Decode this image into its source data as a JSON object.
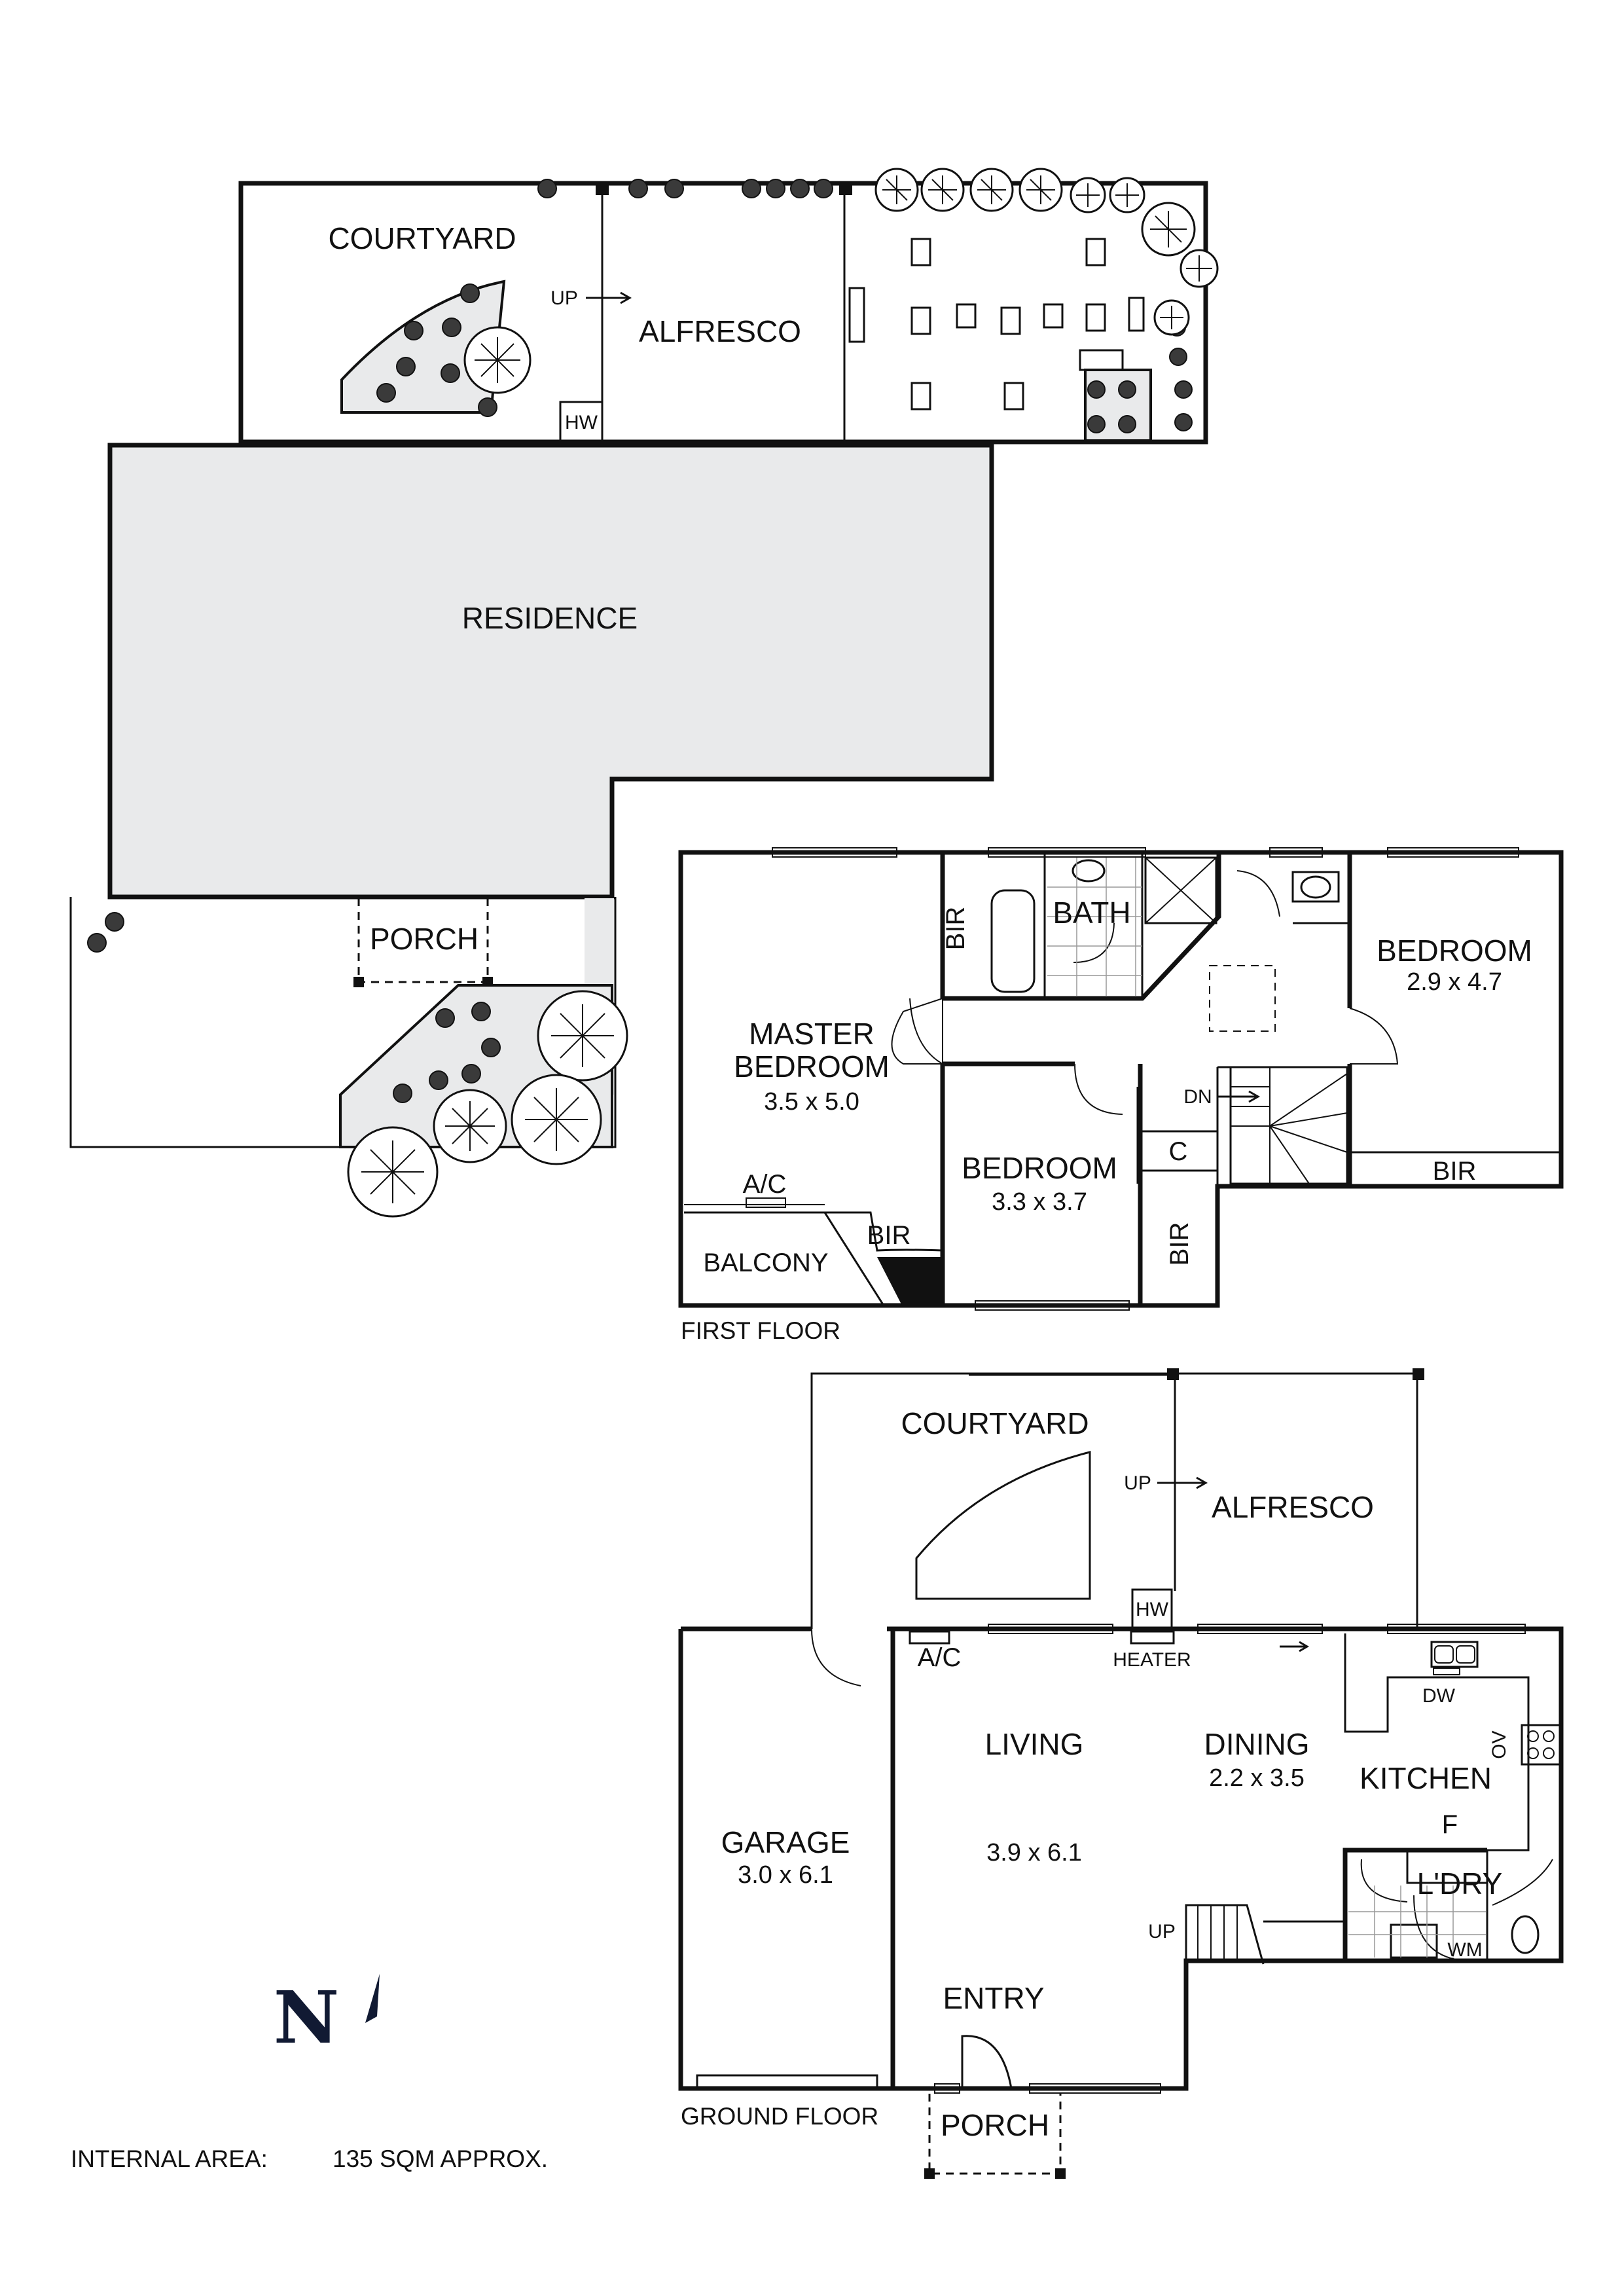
{
  "site_plan": {
    "courtyard": "COURTYARD",
    "alfresco": "ALFRESCO",
    "up": "UP",
    "hw": "HW",
    "residence": "RESIDENCE",
    "porch": "PORCH"
  },
  "first_floor": {
    "master_bedroom_line1": "MASTER",
    "master_bedroom_line2": "BEDROOM",
    "master_bedroom_dim": "3.5 x 5.0",
    "bir": "BIR",
    "bath": "BATH",
    "bedroom_label": "BEDROOM",
    "bedroom_right_dim": "2.9 x 4.7",
    "bedroom_middle_dim": "3.3 x 3.7",
    "dn": "DN",
    "c": "C",
    "ac": "A/C",
    "balcony": "BALCONY",
    "caption": "FIRST FLOOR"
  },
  "ground_floor": {
    "courtyard": "COURTYARD",
    "alfresco": "ALFRESCO",
    "up": "UP",
    "hw": "HW",
    "ac": "A/C",
    "heater": "HEATER",
    "dw": "DW",
    "ov": "OV",
    "living": "LIVING",
    "living_dim": "3.9 x 6.1",
    "dining": "DINING",
    "dining_dim": "2.2 x 3.5",
    "kitchen": "KITCHEN",
    "f": "F",
    "laundry": "L'DRY",
    "wm": "WM",
    "garage": "GARAGE",
    "garage_dim": "3.0 x 6.1",
    "entry": "ENTRY",
    "porch": "PORCH",
    "caption": "GROUND FLOOR"
  },
  "north_letter": "N",
  "area": {
    "label": "INTERNAL AREA:",
    "value": "135 SQM APPROX."
  },
  "colors": {
    "wall": "#111111",
    "shaded": "#e9eaeb",
    "shrub": "#3a3a3a"
  }
}
